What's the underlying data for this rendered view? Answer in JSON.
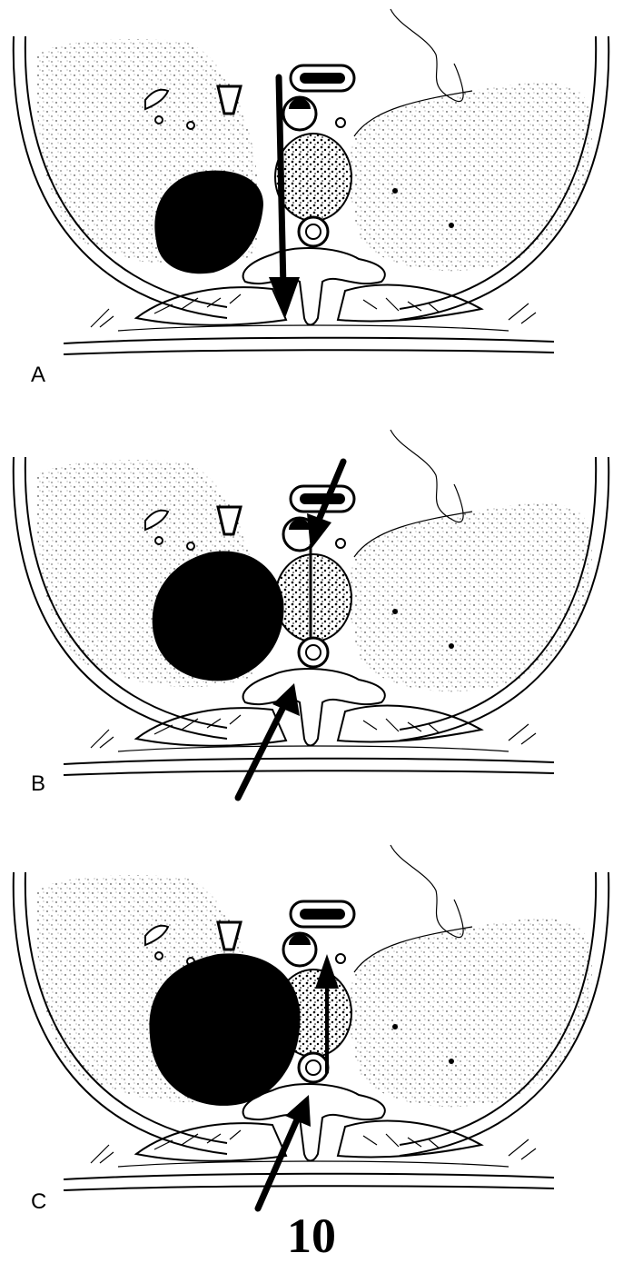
{
  "panels": [
    {
      "label": "A"
    },
    {
      "label": "B"
    },
    {
      "label": "C"
    }
  ],
  "page_number": "10"
}
